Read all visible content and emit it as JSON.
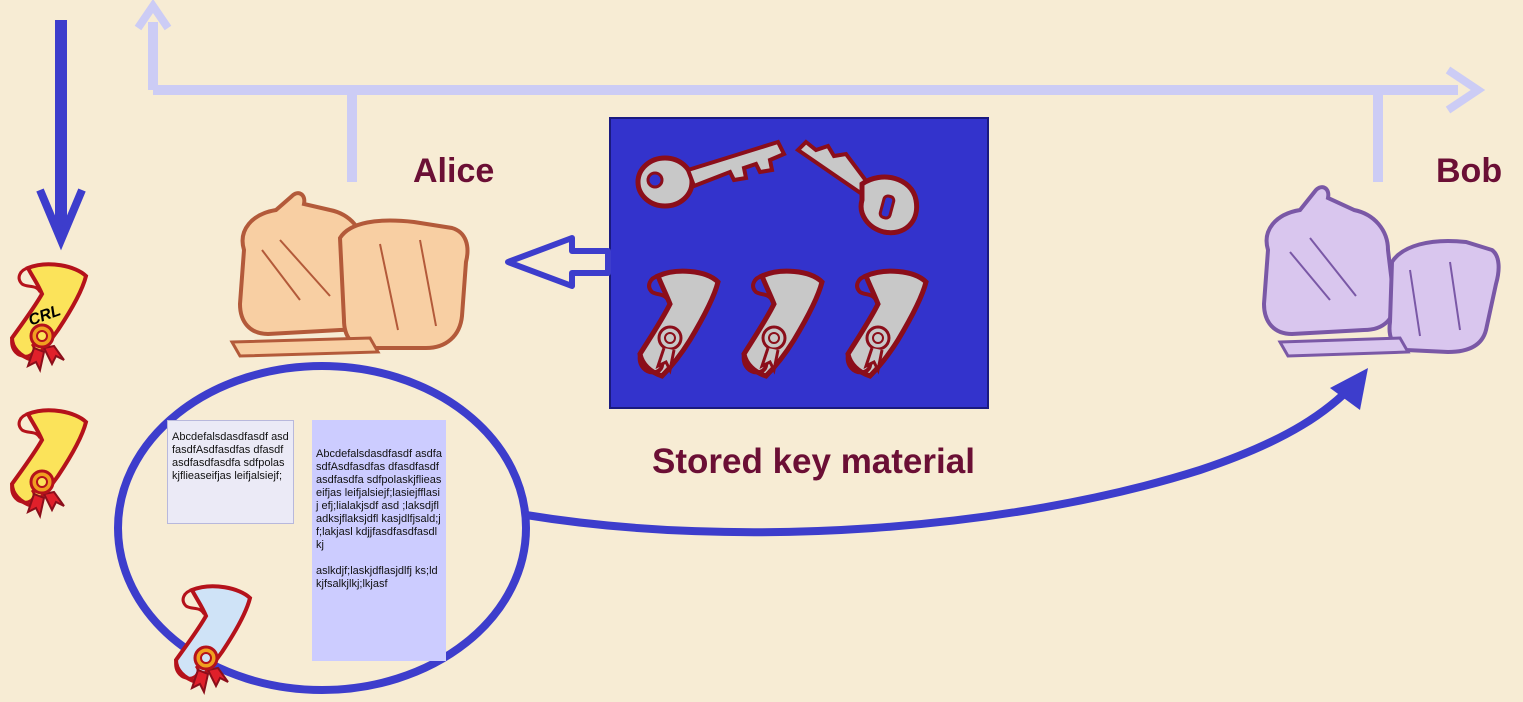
{
  "labels": {
    "alice": "Alice",
    "bob": "Bob",
    "stored": "Stored key material",
    "crl": "CRL"
  },
  "note1": {
    "text": "Abcdefalsdasdfasdf asdfasdfAsdfasdfas dfasdfasdfasdfasdfa sdfpolaskjflieaseifjas leifjalsiejf;"
  },
  "note2": {
    "para1": "Abcdefalsdasdfasdf asdfasdfAsdfasdfas dfasdfasdfasdfasdfa sdfpolaskjflieaseifjas leifjalsiejf;lasiejfflasij efj;lialakjsdf asd ;laksdjfladksjflaksjdfl kasjdlfjsald;jf;lakjasl kdjjfasdfasdfasdlkj",
    "para2": "aslkdjf;laskjdflasjdlfj ks;ldkjfsalkjlkj;lkjasf"
  },
  "colors": {
    "background": "#f7ecd4",
    "label_text": "#6b0f35",
    "flow_arrow": "#3d3dcc",
    "timeline": "#ccccf5",
    "key_panel": "#3333cc",
    "alice_computer": "#f8cfa3",
    "bob_computer": "#d9c6ee",
    "note1_fill": "#ebeaf6",
    "note2_fill": "#ccccff"
  },
  "icons": [
    "key-icon",
    "certificate-icon",
    "crl-scroll-icon",
    "computer-icon"
  ]
}
